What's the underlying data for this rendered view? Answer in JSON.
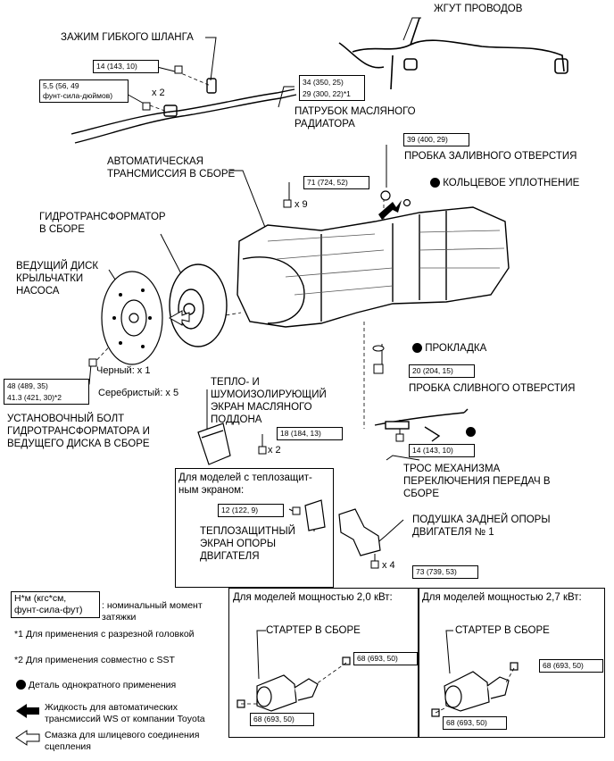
{
  "labels": {
    "hose_clamp": "ЗАЖИМ ГИБКОГО ШЛАНГА",
    "wire_harness": "ЖГУТ ПРОВОДОВ",
    "cooler_pipe": "ПАТРУБОК МАСЛЯНОГО\nРАДИАТОРА",
    "at_assembly": "АВТОМАТИЧЕСКАЯ\nТРАНСМИССИЯ В СБОРЕ",
    "fill_plug": "ПРОБКА ЗАЛИВНОГО ОТВЕРСТИЯ",
    "o_ring": "КОЛЬЦЕВОЕ УПЛОТНЕНИЕ",
    "torque_converter": "ГИДРОТРАНСФОРМАТОР\nВ СБОРЕ",
    "drive_plate": "ВЕДУЩИЙ ДИСК\nКРЫЛЬЧАТКИ\nНАСОСА",
    "gasket": "ПРОКЛАДКА",
    "drain_plug": "ПРОБКА СЛИВНОГО ОТВЕРСТИЯ",
    "black_qty": "Черный: x 1",
    "silver_qty": "Серебристый: x 5",
    "tc_bolt": "УСТАНОВОЧНЫЙ БОЛТ\nГИДРОТРАНСФОРМАТОРА И\nВЕДУЩЕГО ДИСКА В СБОРЕ",
    "pan_insulator": "ТЕПЛО- И\nШУМОИЗОЛИРУЮЩИЙ\nЭКРАН МАСЛЯНОГО\nПОДДОНА",
    "shift_cable": "ТРОС МЕХАНИЗМА\nПЕРЕКЛЮЧЕНИЯ ПЕРЕДАЧ В\nСБОРЕ",
    "heat_models": "Для моделей с теплозащит-\nным экраном:",
    "mount_insulator": "ТЕПЛОЗАЩИТНЫЙ\nЭКРАН ОПОРЫ\nДВИГАТЕЛЯ",
    "rear_mount": "ПОДУШКА ЗАДНЕЙ ОПОРЫ\nДВИГАТЕЛЯ № 1",
    "x2_a": "x 2",
    "x9": "x 9",
    "x2_b": "x 2",
    "x4": "x 4"
  },
  "torques": {
    "clamp_bolt": "14 (143, 10)",
    "pipe_bolt": "5,5 (56, 49\nфунт-сила-дюймов)",
    "pipe_union": "34 (350, 25)\n29 (300, 22)*1",
    "at_bolts": "71 (724, 52)",
    "fill": "39 (400, 29)",
    "tc": "48 (489, 35)\n41.3 (421, 30)*2",
    "drain": "20 (204, 15)",
    "insulator": "18 (184, 13)",
    "cable": "14 (143, 10)",
    "mount_ins": "12 (122, 9)",
    "mount": "73 (739, 53)"
  },
  "legend": {
    "unit": "Н*м (кгс*см,\nфунт-сила-фут)",
    "unit_desc": ": номинальный момент\nзатяжки",
    "note1": "*1 Для применения с разрезной головкой",
    "note2": "*2 Для применения совместно с SST",
    "non_reusable": "Деталь однократного применения",
    "ws_fluid": "Жидкость для автоматических\nтрансмиссий WS от компании Toyota",
    "spline_grease": "Смазка для шлицевого соединения\nсцепления"
  },
  "starter": {
    "panel_20": "Для моделей мощностью 2,0 кВт:",
    "panel_27": "Для моделей мощностью 2,7 кВт:",
    "label_20": "СТАРТЕР В СБОРЕ",
    "label_27": "СТАРТЕР В СБОРЕ",
    "t20_top": "68 (693, 50)",
    "t20_bot": "68 (693, 50)",
    "t27_top": "68 (693, 50)",
    "t27_bot": "68 (693, 50)"
  },
  "colors": {
    "ink": "#000000",
    "line_gray": "#555555"
  }
}
